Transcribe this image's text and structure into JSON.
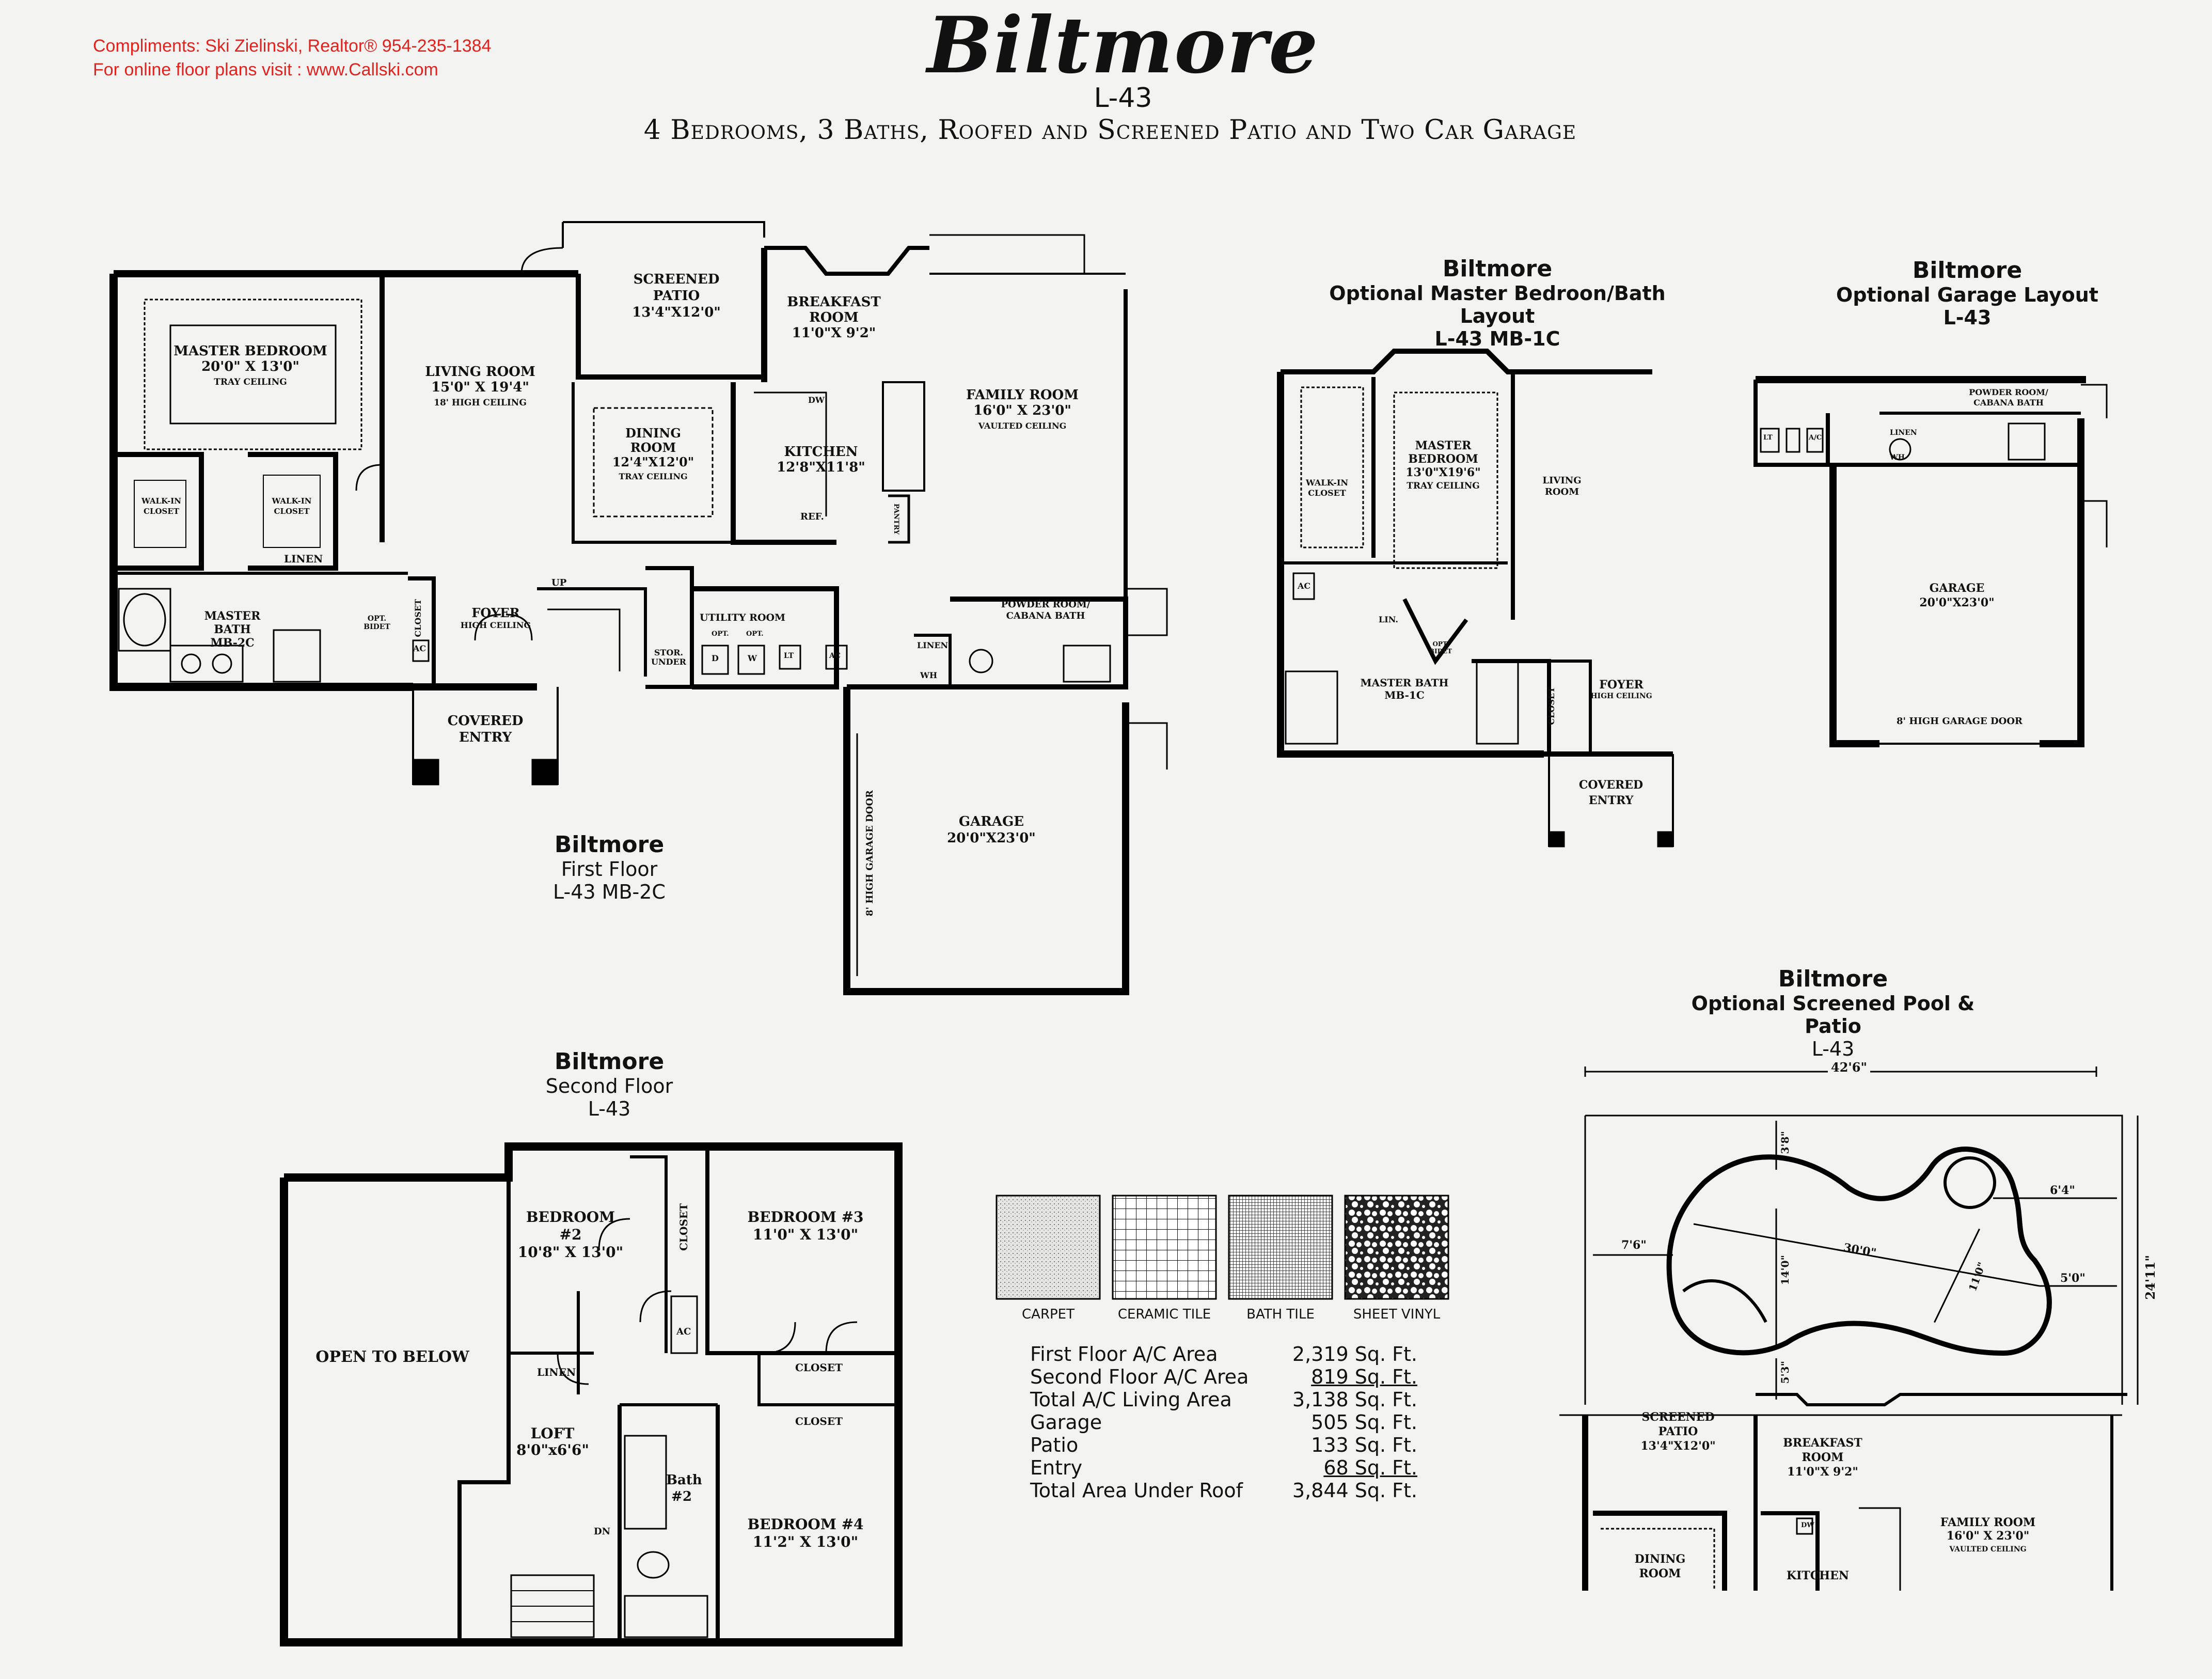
{
  "compliments": {
    "line1": "Compliments: Ski Zielinski, Realtor® 954-235-1384",
    "line2": "For online floor plans visit : www.Callski.com"
  },
  "header": {
    "title": "Biltmore",
    "model": "L-43",
    "subtitle": "4 Bedrooms, 3 Baths, Roofed and Screened Patio and Two Car Garage"
  },
  "first_floor": {
    "name": "Biltmore",
    "floor": "First Floor",
    "code": "L-43  MB-2C",
    "rooms": {
      "master_bedroom": [
        "MASTER BEDROOM",
        "20'0\" X 13'0\"",
        "TRAY CEILING"
      ],
      "walkin1": [
        "WALK-IN",
        "CLOSET"
      ],
      "walkin2": [
        "WALK-IN",
        "CLOSET"
      ],
      "linen": "LINEN",
      "master_bath": [
        "MASTER BATH",
        "MB-2C"
      ],
      "opt_bidet": [
        "OPT.",
        "BIDET"
      ],
      "closet": "CLOSET",
      "ac": "AC",
      "living_room": [
        "LIVING ROOM",
        "15'0\" X 19'4\"",
        "18' HIGH CEILING"
      ],
      "screened_patio": [
        "SCREENED",
        "PATIO",
        "13'4\"X12'0\""
      ],
      "dining_room": [
        "DINING",
        "ROOM",
        "12'4\"X12'0\"",
        "TRAY CEILING"
      ],
      "breakfast_room": [
        "BREAKFAST",
        "ROOM",
        "11'0\"X 9'2\""
      ],
      "kitchen": [
        "KITCHEN",
        "12'8\"X11'8\""
      ],
      "dw": "DW",
      "ref": "REF.",
      "pantry": "PANTRY",
      "family_room": [
        "FAMILY ROOM",
        "16'0\" X 23'0\"",
        "VAULTED CEILING"
      ],
      "foyer": [
        "FOYER",
        "HIGH CEILING"
      ],
      "up": "UP",
      "stor": [
        "STOR.",
        "UNDER"
      ],
      "utility": "UTILITY ROOM",
      "opt1": "OPT.",
      "opt2": "OPT.",
      "d": "D",
      "w": "W",
      "lt": "LT",
      "ac2": "AC",
      "linen2": "LINEN",
      "wh": "WH",
      "powder_room": [
        "POWDER ROOM/",
        "CABANA BATH"
      ],
      "covered_entry": [
        "COVERED",
        "ENTRY"
      ],
      "garage": [
        "GARAGE",
        "20'0\"X23'0\""
      ],
      "garage_door": "8' HIGH GARAGE DOOR"
    }
  },
  "opt_master": {
    "name": "Biltmore",
    "title": "Optional Master Bedroon/Bath Layout",
    "code": "L-43 MB-1C",
    "rooms": {
      "walkin": [
        "WALK-IN",
        "CLOSET"
      ],
      "master_bedroom": [
        "MASTER BEDROOM",
        "13'0\"X19'6\"",
        "TRAY CEILING"
      ],
      "living": [
        "LIVING",
        "ROOM"
      ],
      "ac": "AC",
      "lin": "LIN.",
      "opt_bidet": [
        "OPT.",
        "BIDET"
      ],
      "master_bath": [
        "MASTER BATH",
        "MB-1C"
      ],
      "closet": "CLOSET",
      "foyer": [
        "FOYER",
        "HIGH CEILING"
      ],
      "covered_entry": [
        "COVERED",
        "ENTRY"
      ]
    }
  },
  "opt_garage": {
    "name": "Biltmore",
    "title": "Optional Garage Layout",
    "code": "L-43",
    "rooms": {
      "powder": [
        "POWDER ROOM/",
        "CABANA BATH"
      ],
      "lt": "LT",
      "ac": "A/C",
      "linen": "LINEN",
      "wh": "WH",
      "garage": [
        "GARAGE",
        "20'0\"X23'0\""
      ],
      "door": "8' HIGH GARAGE DOOR"
    }
  },
  "second_floor": {
    "name": "Biltmore",
    "floor": "Second Floor",
    "code": "L-43",
    "rooms": {
      "open_below": "OPEN TO BELOW",
      "bedroom2": [
        "BEDROOM #2",
        "10'8\" X 13'0\""
      ],
      "closet_v": "CLOSET",
      "bedroom3": [
        "BEDROOM #3",
        "11'0\" X 13'0\""
      ],
      "ac": "AC",
      "closet3": "CLOSET",
      "linen": "LINEN",
      "closet4": "CLOSET",
      "loft": [
        "LOFT",
        "8'0\"x6'6\""
      ],
      "bath2": [
        "Bath",
        "#2"
      ],
      "dn": "DN",
      "bedroom4": [
        "BEDROOM #4",
        "11'2\" X 13'0\""
      ]
    }
  },
  "legend": {
    "items": [
      "CARPET",
      "CERAMIC TILE",
      "BATH TILE",
      "SHEET VINYL"
    ]
  },
  "areas": [
    {
      "label": "First Floor A/C Area",
      "value": "2,319 Sq. Ft."
    },
    {
      "label": "Second Floor A/C Area",
      "value": "819 Sq. Ft."
    },
    {
      "label": "Total A/C Living Area",
      "value": "3,138 Sq. Ft."
    },
    {
      "label": "Garage",
      "value": "505 Sq. Ft."
    },
    {
      "label": "Patio",
      "value": "133 Sq. Ft."
    },
    {
      "label": "Entry",
      "value": "68 Sq. Ft."
    },
    {
      "label": "Total Area Under Roof",
      "value": "3,844 Sq. Ft."
    }
  ],
  "opt_pool": {
    "name": "Biltmore",
    "title": "Optional Screened Pool & Patio",
    "code": "L-43",
    "dims": {
      "width": "42'6\"",
      "depth": "24'11\"",
      "d1": "3'8\"",
      "d2": "6'4\"",
      "d3": "7'6\"",
      "d4": "14'0\"",
      "d5": "30'0\"",
      "d6": "11'0\"",
      "d7": "5'0\"",
      "d8": "5'3\""
    },
    "rooms": {
      "screened_patio": [
        "SCREENED",
        "PATIO",
        "13'4\"X12'0\""
      ],
      "breakfast": [
        "BREAKFAST",
        "ROOM",
        "11'0\"X 9'2\""
      ],
      "dw": "DW",
      "family": [
        "FAMILY ROOM",
        "16'0\" X 23'0\"",
        "VAULTED CEILING"
      ],
      "dining": [
        "DINING",
        "ROOM"
      ],
      "kitchen": "KITCHEN"
    }
  }
}
